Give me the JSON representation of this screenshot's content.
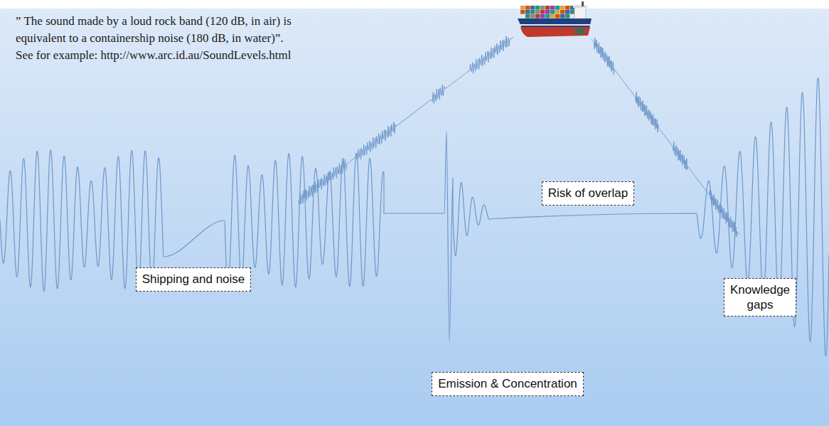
{
  "diagram": {
    "nodes": [
      {
        "text": [
          "Shipping and noise"
        ]
      },
      {
        "text": [
          "Emission & Concentration"
        ]
      },
      {
        "text": [
          "Risk of overlap"
        ]
      },
      {
        "text": [
          "Knowledge gaps"
        ]
      }
    ],
    "labels": [
      "” The sound made by a loud rock band (120 dB, in air) is equivalent to a containership noise (180 dB, in water)”.",
      "See for example: http://www.arc.id.au/SoundLevels.html"
    ]
  }
}
